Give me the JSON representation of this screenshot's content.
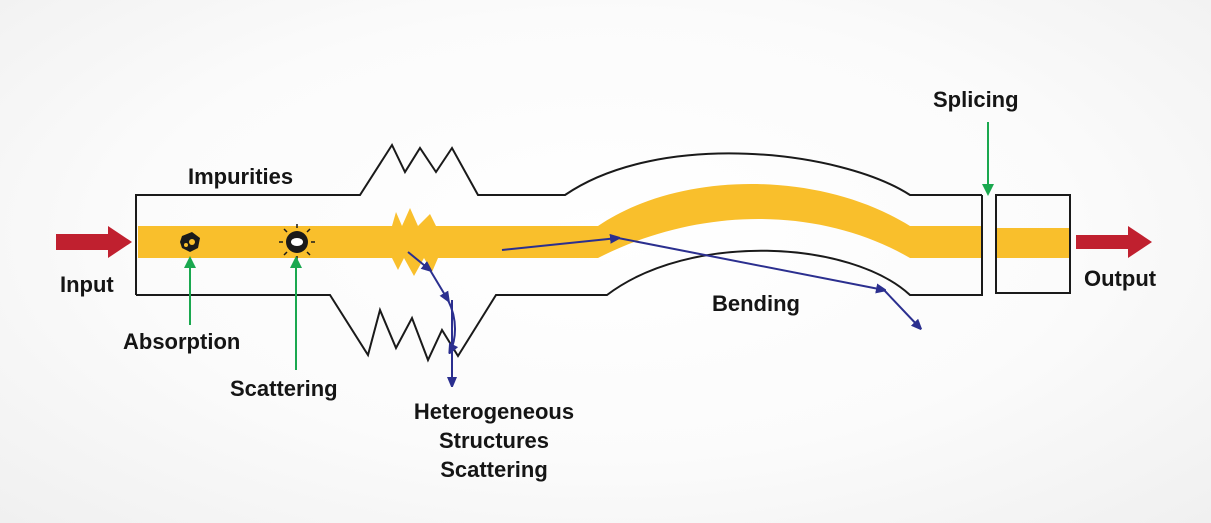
{
  "labels": {
    "input": "Input",
    "output": "Output",
    "impurities": "Impurities",
    "splicing": "Splicing",
    "absorption": "Absorption",
    "scattering": "Scattering",
    "bending": "Bending",
    "heterogeneous_line1": "Heterogeneous",
    "heterogeneous_line2": "Structures",
    "heterogeneous_line3": "Scattering"
  },
  "colors": {
    "core": "#f9bf2c",
    "cladding_stroke": "#1a1a1a",
    "input_output_arrow": "#c0202f",
    "pointer_arrow": "#1aa84f",
    "light_ray": "#2b2f8f",
    "text": "#151515"
  }
}
